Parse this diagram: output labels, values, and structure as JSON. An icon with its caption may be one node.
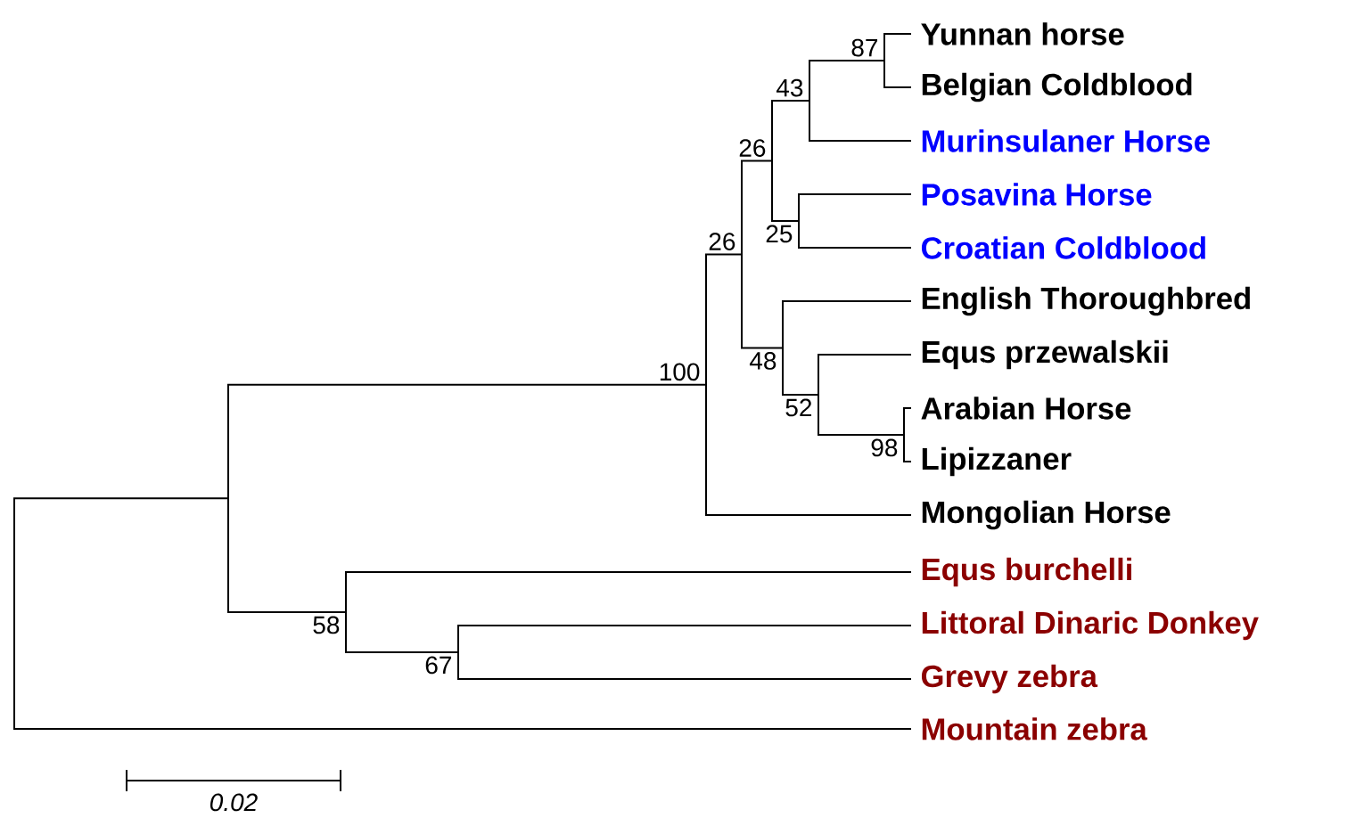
{
  "diagram": {
    "labels": [
      "87",
      "Yunnan horse",
      "43",
      "Belgian Coldblood",
      "26",
      "Murinsulaner Horse",
      "Posavina Horse",
      "26",
      "25",
      "Croatian Coldblood",
      "English Thoroughbred",
      "Equs przewalskii",
      "100",
      "48",
      "Arabian Horse",
      "52",
      "Lipizzaner",
      "98",
      "Mongolian Horse",
      "Equs burchelli",
      "58",
      "Littoral Dinaric Donkey",
      "67",
      "Grevy zebra",
      "Mountain zebra",
      "0.02"
    ]
  }
}
